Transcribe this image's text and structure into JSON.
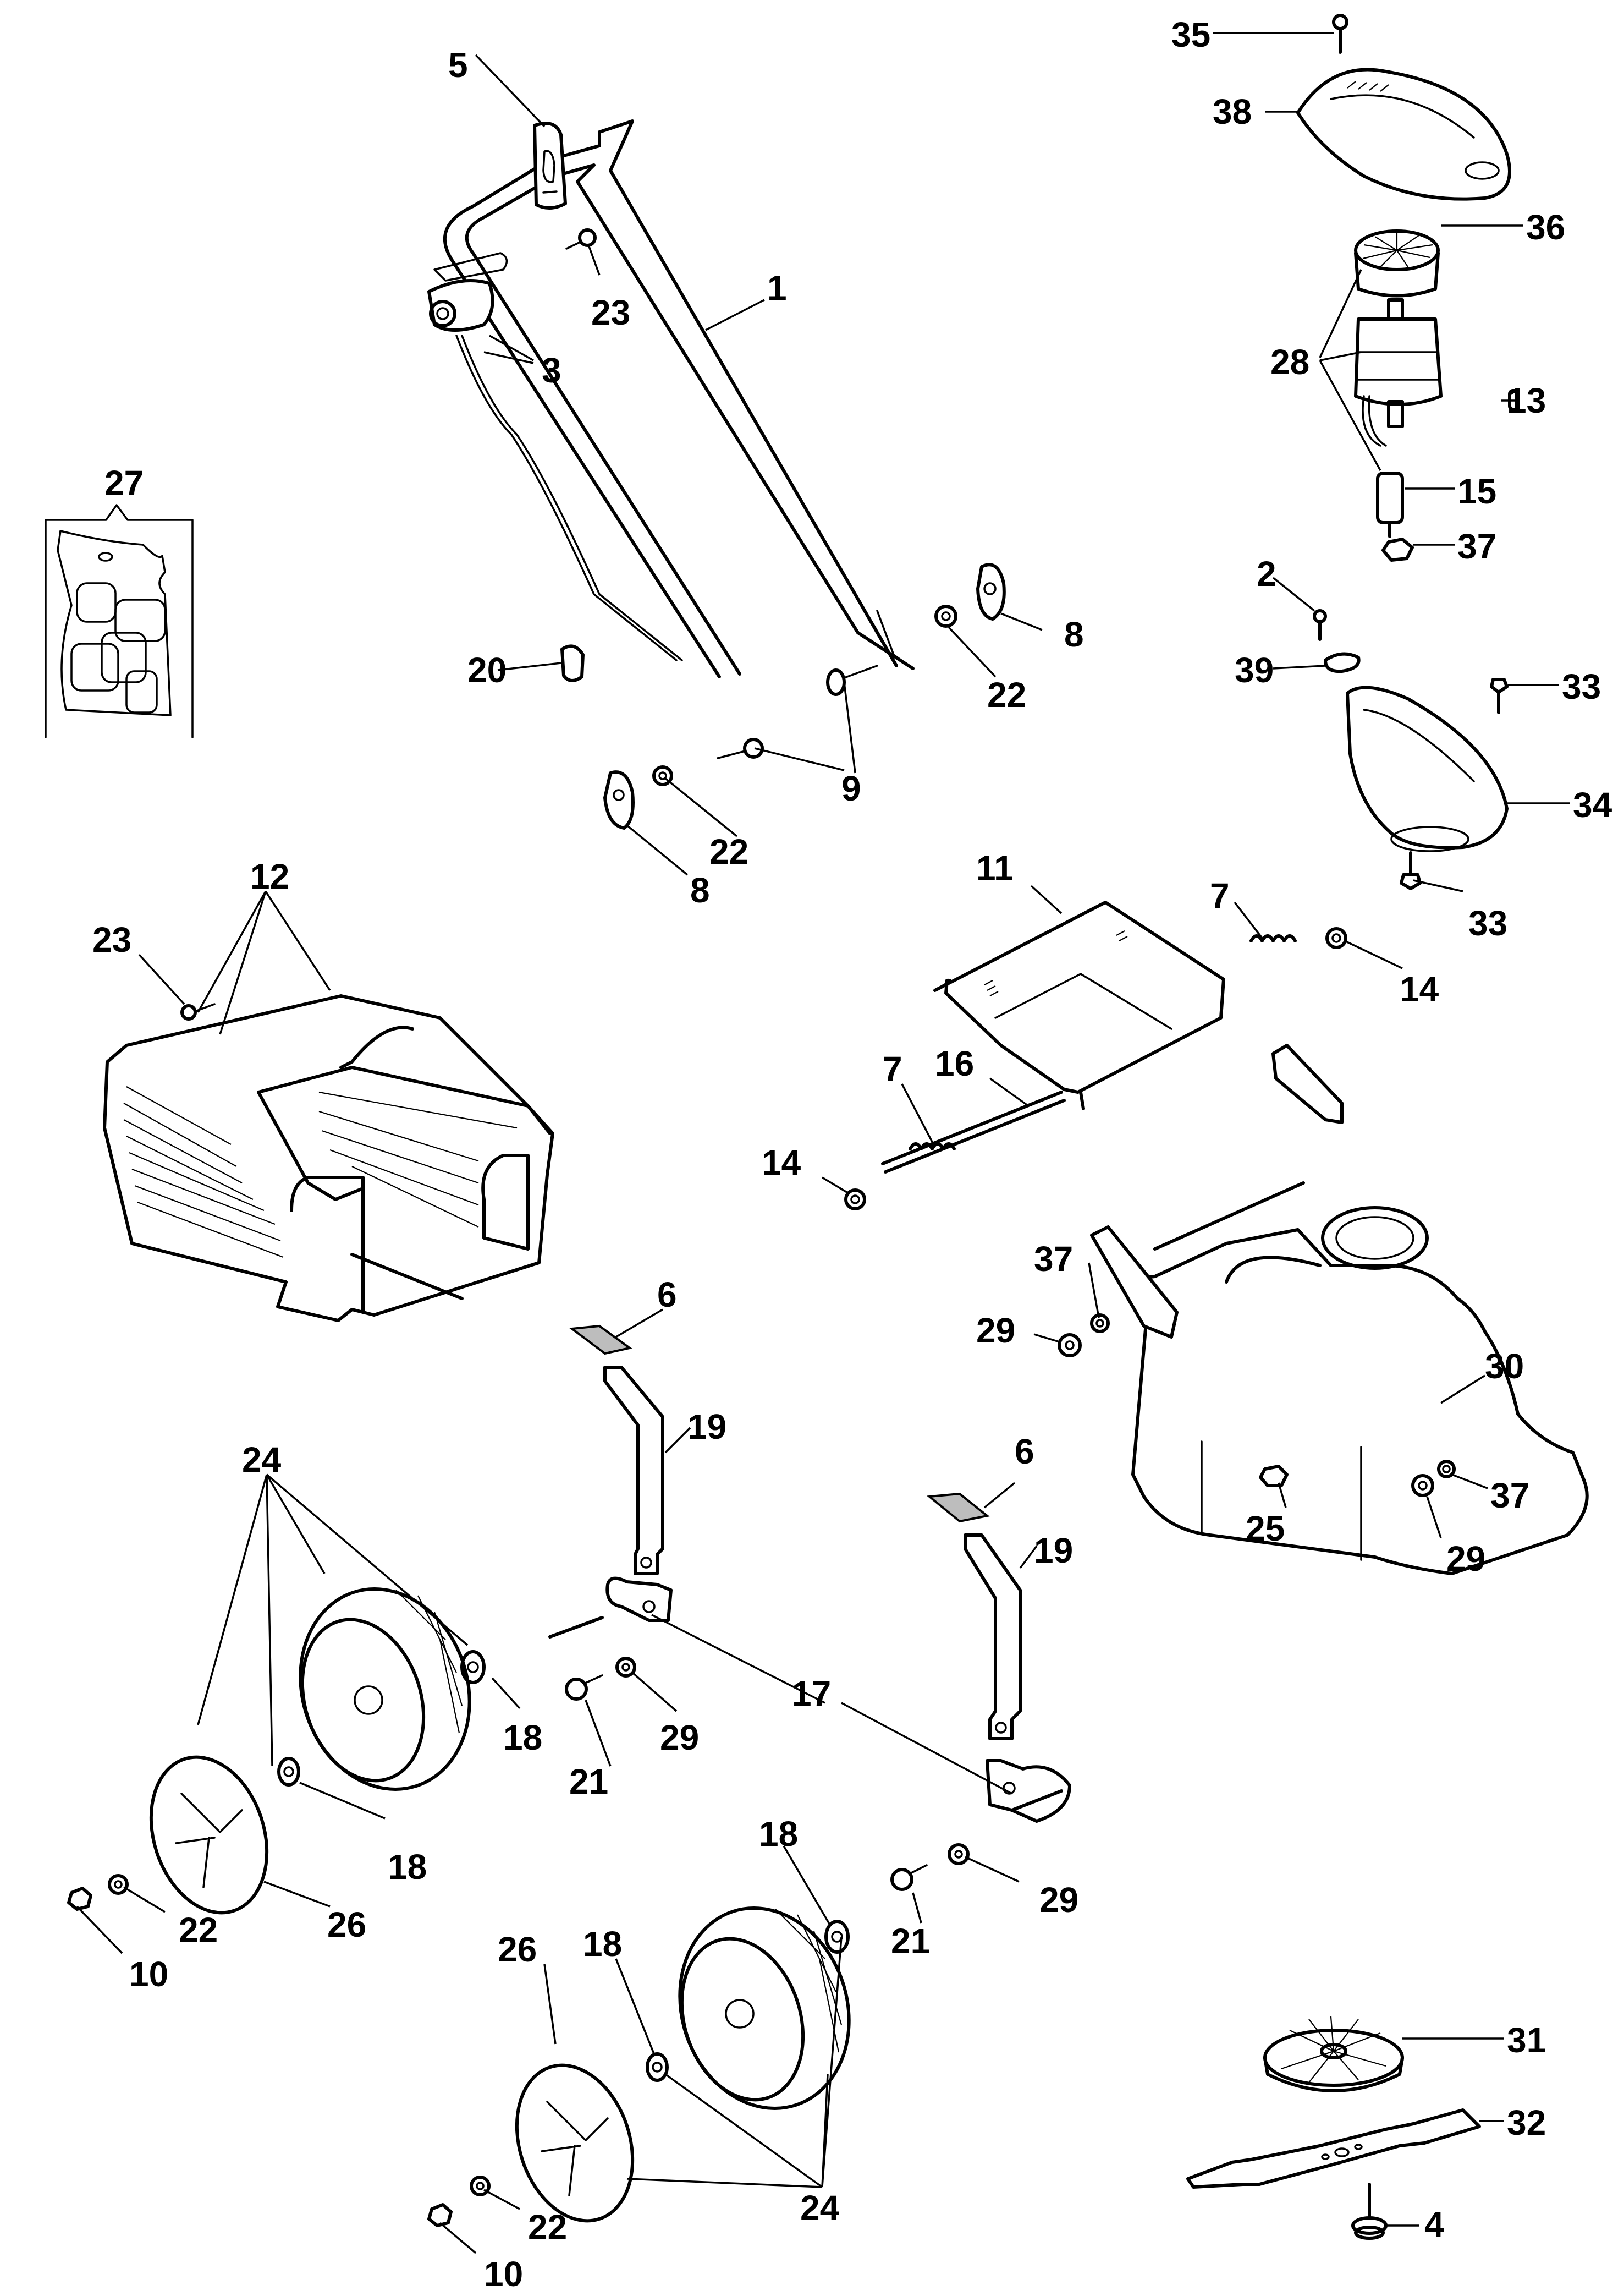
{
  "diagram": {
    "type": "exploded-parts-diagram",
    "subject": "electric lawn mower",
    "line_color": "#000000",
    "background_color": "#ffffff",
    "callouts": [
      {
        "id": "c1",
        "label": "1",
        "part": "handle"
      },
      {
        "id": "c2",
        "label": "2",
        "part": "screw"
      },
      {
        "id": "c3",
        "label": "3",
        "part": "switch-and-cable"
      },
      {
        "id": "c4",
        "label": "4",
        "part": "blade-bolt"
      },
      {
        "id": "c5",
        "label": "5",
        "part": "cable-hook"
      },
      {
        "id": "c6a",
        "label": "6",
        "part": "wheel-height-knob"
      },
      {
        "id": "c6b",
        "label": "6",
        "part": "wheel-height-knob"
      },
      {
        "id": "c7a",
        "label": "7",
        "part": "spring"
      },
      {
        "id": "c7b",
        "label": "7",
        "part": "spring"
      },
      {
        "id": "c8a",
        "label": "8",
        "part": "handle-knob"
      },
      {
        "id": "c8b",
        "label": "8",
        "part": "handle-knob"
      },
      {
        "id": "c9",
        "label": "9",
        "part": "handle-bolt"
      },
      {
        "id": "c10a",
        "label": "10",
        "part": "nut"
      },
      {
        "id": "c10b",
        "label": "10",
        "part": "nut"
      },
      {
        "id": "c11",
        "label": "11",
        "part": "rear-flap"
      },
      {
        "id": "c12",
        "label": "12",
        "part": "grass-box"
      },
      {
        "id": "c13",
        "label": "13",
        "part": "key"
      },
      {
        "id": "c14a",
        "label": "14",
        "part": "nut"
      },
      {
        "id": "c14b",
        "label": "14",
        "part": "nut"
      },
      {
        "id": "c15",
        "label": "15",
        "part": "capacitor"
      },
      {
        "id": "c16",
        "label": "16",
        "part": "flap-rod"
      },
      {
        "id": "c17",
        "label": "17",
        "part": "axle-bracket"
      },
      {
        "id": "c18a",
        "label": "18",
        "part": "bearing"
      },
      {
        "id": "c18b",
        "label": "18",
        "part": "bearing"
      },
      {
        "id": "c18c",
        "label": "18",
        "part": "bearing"
      },
      {
        "id": "c18d",
        "label": "18",
        "part": "bearing"
      },
      {
        "id": "c19a",
        "label": "19",
        "part": "height-adjust-lever"
      },
      {
        "id": "c19b",
        "label": "19",
        "part": "height-adjust-lever"
      },
      {
        "id": "c20",
        "label": "20",
        "part": "cable-clip"
      },
      {
        "id": "c21a",
        "label": "21",
        "part": "bolt"
      },
      {
        "id": "c21b",
        "label": "21",
        "part": "bolt"
      },
      {
        "id": "c22a",
        "label": "22",
        "part": "washer"
      },
      {
        "id": "c22b",
        "label": "22",
        "part": "washer"
      },
      {
        "id": "c22c",
        "label": "22",
        "part": "washer"
      },
      {
        "id": "c22d",
        "label": "22",
        "part": "washer"
      },
      {
        "id": "c23a",
        "label": "23",
        "part": "screw"
      },
      {
        "id": "c23b",
        "label": "23",
        "part": "screw"
      },
      {
        "id": "c24a",
        "label": "24",
        "part": "wheel-assembly"
      },
      {
        "id": "c24b",
        "label": "24",
        "part": "wheel-assembly"
      },
      {
        "id": "c25",
        "label": "25",
        "part": "nut"
      },
      {
        "id": "c26a",
        "label": "26",
        "part": "wheel-cap"
      },
      {
        "id": "c26b",
        "label": "26",
        "part": "wheel-cap"
      },
      {
        "id": "c27",
        "label": "27",
        "part": "decal-kit"
      },
      {
        "id": "c28",
        "label": "28",
        "part": "motor-assembly"
      },
      {
        "id": "c29a",
        "label": "29",
        "part": "washer"
      },
      {
        "id": "c29b",
        "label": "29",
        "part": "washer"
      },
      {
        "id": "c29c",
        "label": "29",
        "part": "washer"
      },
      {
        "id": "c29d",
        "label": "29",
        "part": "washer"
      },
      {
        "id": "c30",
        "label": "30",
        "part": "deck"
      },
      {
        "id": "c31",
        "label": "31",
        "part": "fan"
      },
      {
        "id": "c32",
        "label": "32",
        "part": "blade"
      },
      {
        "id": "c33a",
        "label": "33",
        "part": "screw"
      },
      {
        "id": "c33b",
        "label": "33",
        "part": "screw"
      },
      {
        "id": "c34",
        "label": "34",
        "part": "motor-housing"
      },
      {
        "id": "c35",
        "label": "35",
        "part": "screw"
      },
      {
        "id": "c36",
        "label": "36",
        "part": "motor-fan"
      },
      {
        "id": "c37a",
        "label": "37",
        "part": "nut"
      },
      {
        "id": "c37b",
        "label": "37",
        "part": "nut"
      },
      {
        "id": "c37c",
        "label": "37",
        "part": "nut"
      },
      {
        "id": "c38",
        "label": "38",
        "part": "motor-cover"
      },
      {
        "id": "c39",
        "label": "39",
        "part": "cable-clamp"
      }
    ]
  }
}
